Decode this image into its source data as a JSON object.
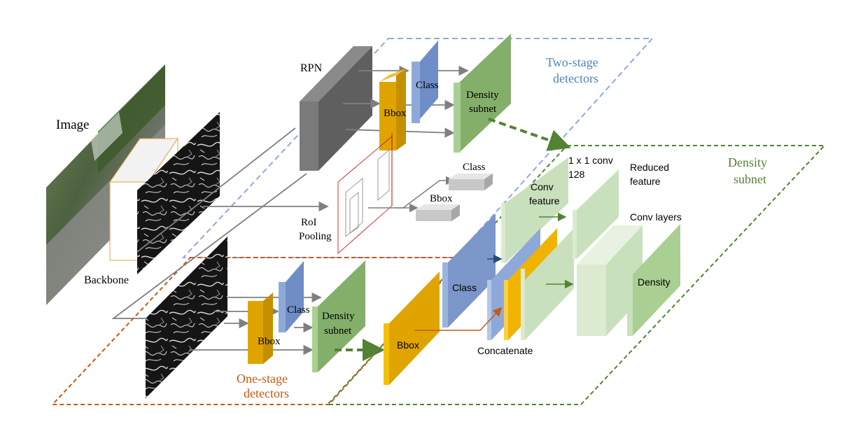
{
  "labels": {
    "image": "Image",
    "backbone": "Backbone",
    "rpn": "RPN",
    "two_stage_class": "Class",
    "two_stage_bbox": "Bbox",
    "two_stage_density_subnet_line1": "Density",
    "two_stage_density_subnet_line2": "subnet",
    "two_stage_detectors_line1": "Two-stage",
    "two_stage_detectors_line2": "detectors",
    "roi_pooling_line1": "RoI",
    "roi_pooling_line2": "Pooling",
    "roi_class": "Class",
    "roi_bbox": "Bbox",
    "one_stage_class": "Class",
    "one_stage_bbox": "Bbox",
    "one_stage_density_subnet_line1": "Density",
    "one_stage_density_subnet_line2": "subnet",
    "one_stage_detectors_line1": "One-stage",
    "one_stage_detectors_line2": "detectors",
    "density_subnet_line1": "Density",
    "density_subnet_line2": "subnet",
    "conv1x1_line1": "1 x 1 conv",
    "conv1x1_line2": "128",
    "reduced_feature_line1": "Reduced",
    "reduced_feature_line2": "feature",
    "conv_feature_line1": "Conv",
    "conv_feature_line2": "feature",
    "conv_layers": "Conv layers",
    "big_class": "Class",
    "big_bbox": "Bbox",
    "concatenate": "Concatenate",
    "density": "Density"
  },
  "colors": {
    "gray_block": "#6e6e6e",
    "class_blue": "#8ea9d9",
    "bbox_orange": "#e0a400",
    "density_green": "#93bd7a",
    "light_green": "#c9e0bc",
    "two_stage_blue": "#4f81bd",
    "one_stage_orange": "#c55a11",
    "density_green_text": "#548235"
  }
}
